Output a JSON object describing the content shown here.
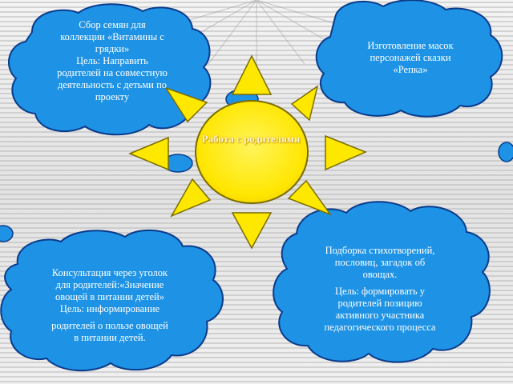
{
  "diagram": {
    "center_title": "Работа с родителями",
    "clouds": {
      "top_left": {
        "lines": [
          "Сбор семян для",
          "коллекции «Витамины с",
          "грядки»",
          "Цель: Направить",
          "родителей на совместную",
          "деятельность с детьми по",
          "проекту"
        ]
      },
      "top_right": {
        "lines": [
          "Изготовление масок",
          "персонажей сказки",
          "«Репка»"
        ]
      },
      "bottom_left": {
        "lines": [
          "Консультация через уголок",
          "для родителей:«Значение",
          "овощей в питании детей»",
          "Цель: информирование"
        ],
        "extra_lines": [
          "родителей о пользе овощей",
          "в питании детей."
        ]
      },
      "bottom_right": {
        "lines": [
          "Подборка стихотворений,",
          "пословиц, загадок об",
          "овощах."
        ],
        "extra_lines": [
          "Цель: формировать у",
          "родителей позицию",
          "активного участника",
          "педагогического процесса"
        ]
      }
    },
    "colors": {
      "cloud_fill": "#1e93e6",
      "cloud_stroke": "#0b3a8a",
      "sun_fill": "#ffe800",
      "sun_stroke": "#8a7a00",
      "text": "#ffffff"
    }
  }
}
